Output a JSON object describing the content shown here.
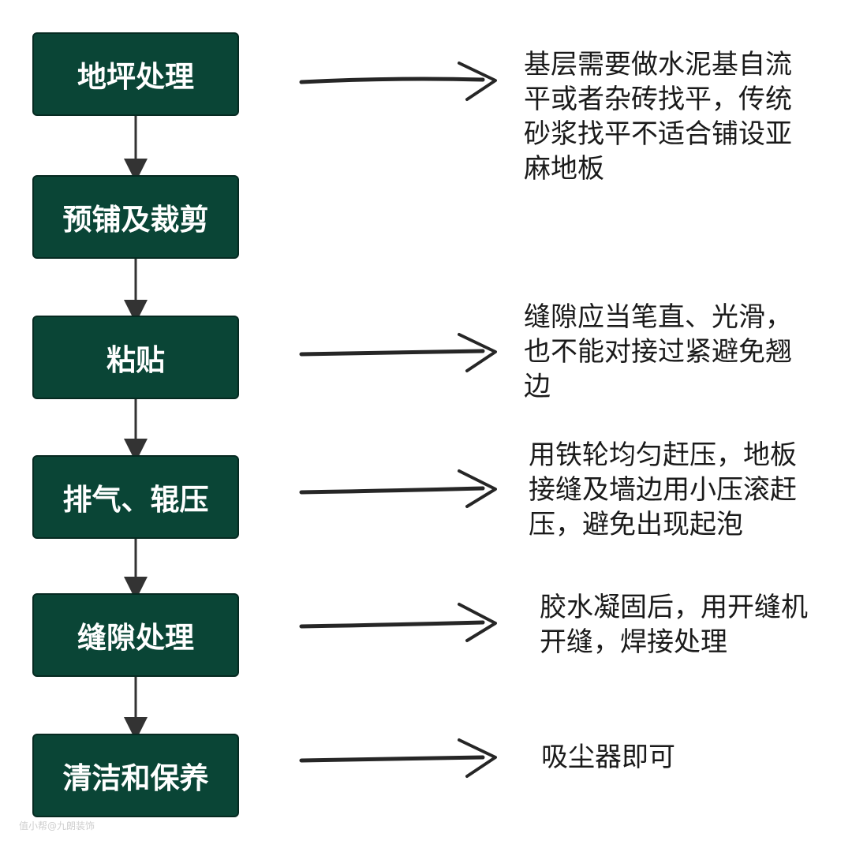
{
  "colors": {
    "box_fill": "#0a4536",
    "box_text": "#ffffff",
    "connector": "#333333",
    "note_text": "#1a1a1a"
  },
  "steps": [
    {
      "label": "地坪处理",
      "note": "基层需要做水泥基自流\n平或者杂砖找平，传统\n砂浆找平不适合铺设亚\n麻地板"
    },
    {
      "label": "预铺及裁剪",
      "note": ""
    },
    {
      "label": "粘贴",
      "note": "缝隙应当笔直、光滑，\n也不能对接过紧避免翘\n边"
    },
    {
      "label": "排气、辊压",
      "note": "用铁轮均匀赶压，地板\n接缝及墙边用小压滚赶\n压，避免出现起泡"
    },
    {
      "label": "缝隙处理",
      "note": "胶水凝固后，用开缝机\n开缝，焊接处理"
    },
    {
      "label": "清洁和保养",
      "note": "吸尘器即可"
    }
  ],
  "watermark": "值小帮@九朗装饰"
}
